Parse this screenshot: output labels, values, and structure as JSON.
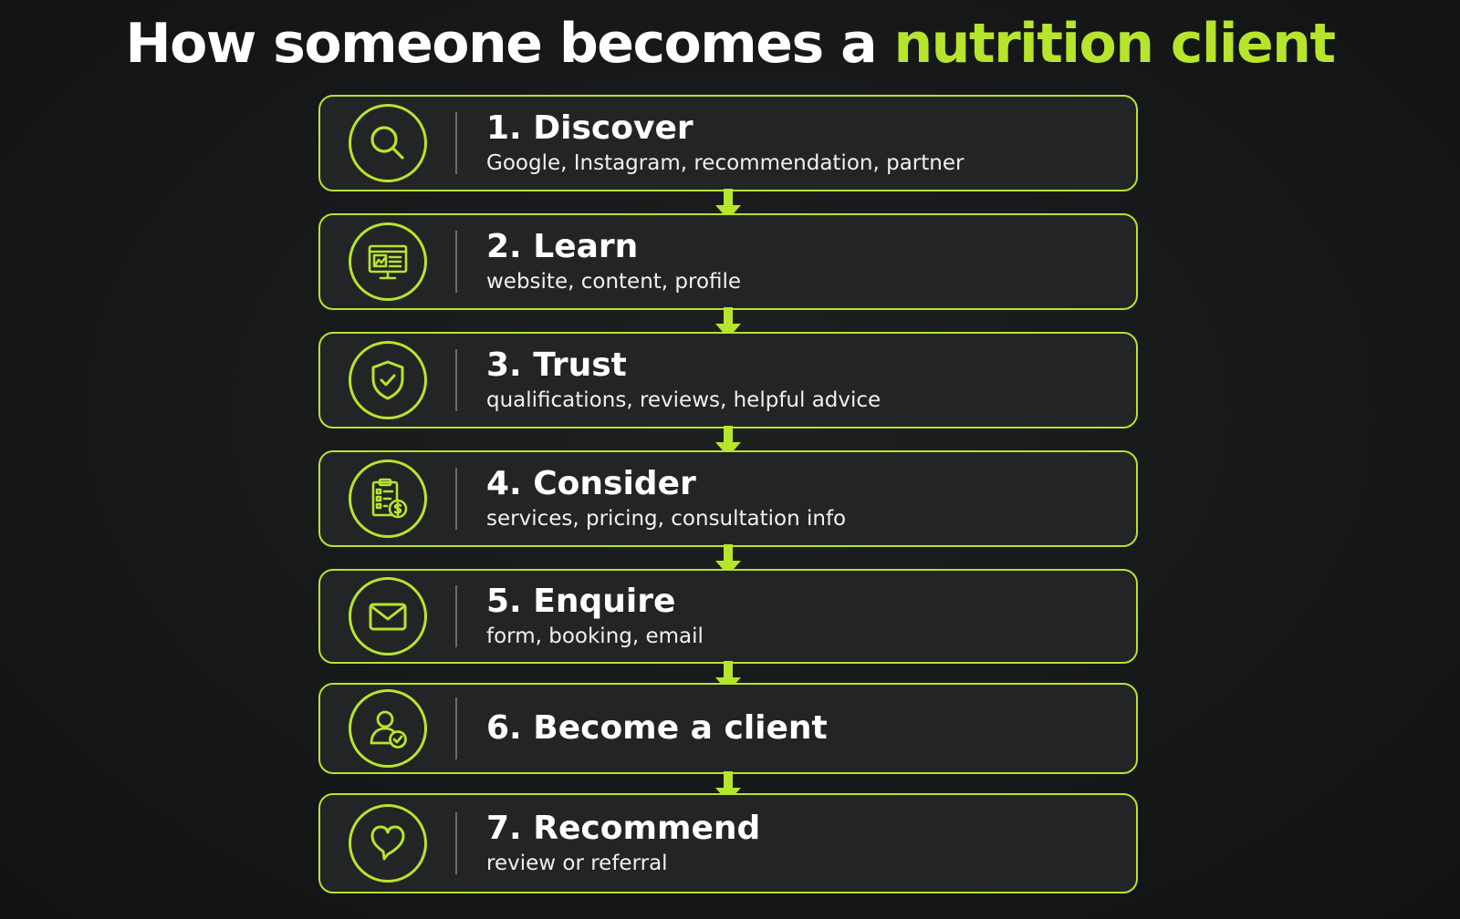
{
  "title": {
    "prefix": "How someone becomes a ",
    "highlight": "nutrition client"
  },
  "colors": {
    "accent": "#b6e52c",
    "background": "#161718",
    "card": "#232425",
    "text": "#ffffff"
  },
  "steps": [
    {
      "title": "1. Discover",
      "description": "Google, Instagram, recommendation, partner",
      "icon": "search-icon"
    },
    {
      "title": "2. Learn",
      "description": "website, content, profile",
      "icon": "monitor-icon"
    },
    {
      "title": "3. Trust",
      "description": "qualifications, reviews, helpful advice",
      "icon": "shield-check-icon"
    },
    {
      "title": "4. Consider",
      "description": "services, pricing, consultation info",
      "icon": "clipboard-dollar-icon"
    },
    {
      "title": "5. Enquire",
      "description": "form, booking, email",
      "icon": "envelope-icon"
    },
    {
      "title": "6. Become a client",
      "description": "",
      "icon": "user-check-icon"
    },
    {
      "title": "7. Recommend",
      "description": "review or referral",
      "icon": "heart-chat-icon"
    }
  ]
}
